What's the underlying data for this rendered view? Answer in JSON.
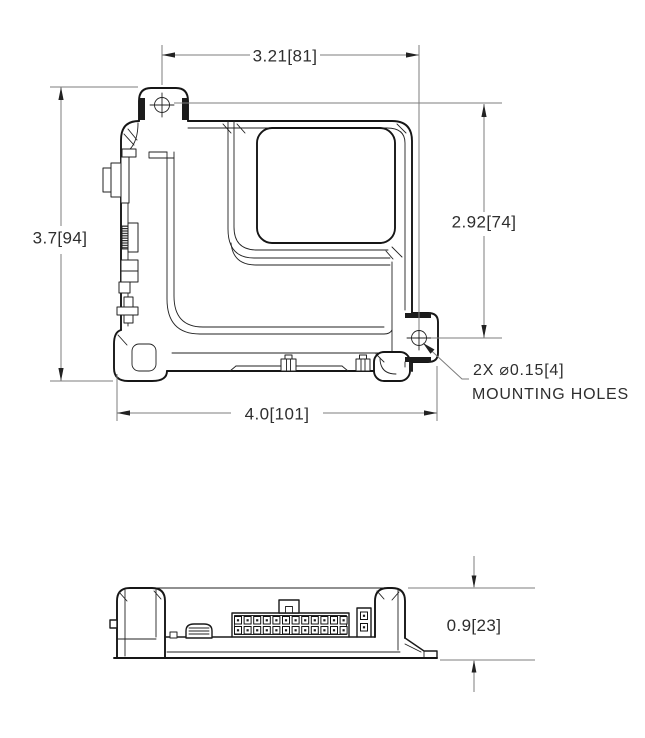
{
  "drawing": {
    "colors": {
      "background": "#ffffff",
      "geometry_line": "#161616",
      "dimension_line": "#7c7c7c",
      "text": "#2e2e2e"
    },
    "top_view": {
      "dim_hole_spacing_width": "3.21[81]",
      "dim_overall_height": "3.7[94]",
      "dim_hole_spacing_height": "2.92[74]",
      "dim_overall_width": "4.0[101]",
      "note_line1": "2X ⌀0.15[4]",
      "note_line2": "MOUNTING HOLES"
    },
    "side_view": {
      "dim_overall_height": "0.9[23]"
    }
  }
}
